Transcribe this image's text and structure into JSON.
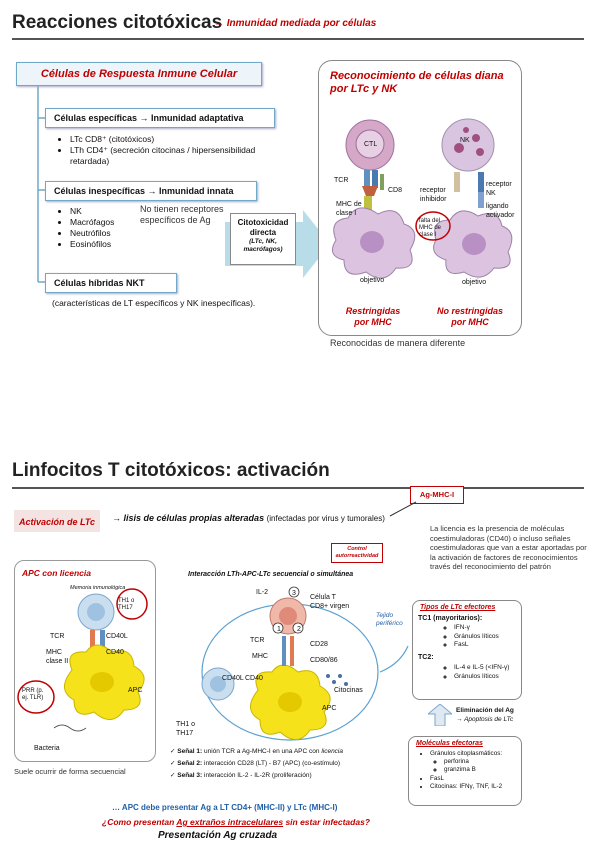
{
  "slide1": {
    "title": "Reacciones citotóxicas",
    "subtitle": "→ Inmunidad mediada por células",
    "header_box": "Células de Respuesta Inmune Celular",
    "spec_title": "Células específicas → Inmunidad adaptativa",
    "spec_items": [
      "LTc CD8⁺ (citotóxicos)",
      "LTh CD4⁺ (secreción citocinas / hipersensibilidad retardada)"
    ],
    "inesp_title": "Células inespecíficas → Inmunidad innata",
    "inesp_items": [
      "NK",
      "Macrófagos",
      "Neutrófilos",
      "Eosinófilos"
    ],
    "inesp_note": "No tienen receptores específicos de Ag",
    "nkt_title": "Células híbridas NKT",
    "nkt_desc": "(características de LT específicos y NK inespecíficas).",
    "arrow_box_title": "Citotoxicidad directa",
    "arrow_box_sub": "(LTc, NK, macrófagos)",
    "recog_title": "Reconocimiento de células diana por LTc y NK",
    "diagram_labels": {
      "ctl": "CTL",
      "nk": "NK",
      "tcr": "TCR",
      "cd8": "CD8",
      "mhc": "MHC de clase I",
      "rec_inh": "receptor inhibidor",
      "rec_nk": "receptor NK",
      "lig_act": "ligando activador",
      "falta": "falta del MHC de clase I",
      "objetivo1": "objetivo",
      "objetivo2": "objetivo"
    },
    "restr": "Restringidas por MHC",
    "norestr": "No restringidas por MHC",
    "caption": "Reconocidas de manera diferente"
  },
  "slide2": {
    "title": "Linfocitos T citotóxicos: activación",
    "ag_box": "Ag-MHC-I",
    "activacion": "Activación de LTc",
    "lisis": "→ lisis de células propias alteradas",
    "lisis_paren": "(infectadas por virus y tumorales)",
    "licencia_text": "La licencia es la presencia de moléculas coestimuladoras (CD40) o incluso señales coestimuladoras que van a estar aportadas por la activación de factores de reconocimientos través del reconocimiento del patrón",
    "control_box": "Control autorreactividad",
    "apc_title": "APC con licencia",
    "memoria": "Memoria inmunológica",
    "interaccion": "Interacción LTh-APC-LTc secuencial o simultánea",
    "tejido": "Tejido periférico",
    "apc_labels": {
      "th1": "TH1 o TH17",
      "tcr": "TCR",
      "cd40l": "CD40L",
      "mhc2": "MHC clase II",
      "cd40": "CD40",
      "apc": "APC",
      "prr": "PRR (p. ej. TLR)",
      "bact": "Bacteria"
    },
    "mid_labels": {
      "il2": "IL-2",
      "cel_t": "Célula T CD8+ virgen",
      "tcr": "TCR",
      "mhc": "MHC",
      "cd28": "CD28",
      "cd80": "CD80/86",
      "cd40l": "CD40L",
      "cd40": "CD40",
      "apc": "APC",
      "th": "TH1 o TH17",
      "citocinas": "Citocinas",
      "n1": "1",
      "n2": "2",
      "n3": "3"
    },
    "tipos_title": "Tipos de LTc efectores",
    "tc1": "TC1 (mayoritarios):",
    "tc1_items": [
      "IFN-γ",
      "Gránulos líticos",
      "FasL"
    ],
    "tc2": "TC2:",
    "tc2_items": [
      "IL-4 e IL-5 (<IFN-γ)",
      "Gránulos líticos"
    ],
    "elim": "Eliminación del Ag",
    "apop": "→ Apoptosis de LTc",
    "ocurrir": "Suele ocurrir de forma secuencial",
    "senales": [
      {
        "b": "Señal 1:",
        "t": " unión TCR a Ag-MHC-I en una APC con ",
        "i": "licencia"
      },
      {
        "b": "Señal 2:",
        "t": " interacción CD28 (LT) - B7 (APC) (co-estímulo)",
        "i": ""
      },
      {
        "b": "Señal 3:",
        "t": " interacción IL-2 - IL-2R (proliferación)",
        "i": ""
      }
    ],
    "mol_title": "Moléculas efectoras",
    "mol_granulos": "Gránulos citoplasmáticos:",
    "mol_gran_items": [
      "perforina",
      "granzima B"
    ],
    "mol_fasl": "FasL",
    "mol_cito": "Citocinas: IFNγ, TNF, IL-2",
    "apc_debe": "… APC debe presentar Ag a LT CD4+ (MHC-II) y LTc (MHC-I)",
    "como1": "¿Como presentan ",
    "como_u": "Ag extraños intracelulares",
    "como2": " sin estar infectadas?",
    "cruzada": "Presentación Ag cruzada"
  },
  "colors": {
    "accent_red": "#c00000",
    "blue": "#1f5fa8",
    "box_border": "#6fa8c8"
  }
}
